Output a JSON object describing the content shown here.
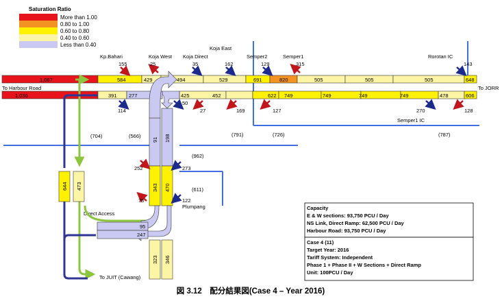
{
  "legend": {
    "title": "Saturation Ratio",
    "items": [
      {
        "label": "More than 1.00",
        "color": "#e8141c"
      },
      {
        "label": "0.80 to 1.00",
        "color": "#f39322"
      },
      {
        "label": "0.60 to 0.80",
        "color": "#fff200"
      },
      {
        "label": "0.40 to 0.60",
        "color": "#fdf5a6"
      },
      {
        "label": "Less than 0.40",
        "color": "#c9c9f2"
      }
    ]
  },
  "places": {
    "kp_bahari": "Kp.Bahari",
    "koja_west": "Koja West",
    "koja_direct": "Koja Direct",
    "koja_east": "Koja East",
    "semper2": "Semper2",
    "semper1": "Semper1",
    "rorotan_ic": "Rorotan IC",
    "semper1_ic": "Semper1 IC",
    "to_harbour_road": "To Harbour Road",
    "to_jorr": "To JORR",
    "direct_access": "Direct Access",
    "plumpang": "Plumpang",
    "to_juit": "To JUIT (Cawang)"
  },
  "upper_road": {
    "harbour_value": "1,067",
    "segments": [
      "584",
      "429",
      "494",
      "529",
      "691",
      "820",
      "505",
      "505",
      "505",
      "648"
    ]
  },
  "lower_road": {
    "harbour_value": "1,036",
    "segments": [
      "391",
      "277",
      "425",
      "452",
      "622",
      "749",
      "749",
      "749",
      "749",
      "478",
      "606"
    ]
  },
  "ramp_values": {
    "upper": [
      "155",
      "25",
      "35",
      "162",
      "129",
      "315",
      "143"
    ],
    "lower": [
      "114",
      "50",
      "27",
      "169",
      "127",
      "270",
      "128"
    ]
  },
  "parenthetical": [
    "(704)",
    "(566)",
    "(791)",
    "(726)",
    "(787)",
    "(962)",
    "(611)"
  ],
  "vertical_links": {
    "left_pair": [
      "644",
      "473"
    ],
    "ns_upper": [
      "91",
      "198"
    ],
    "ns_middle": [
      "343",
      "470"
    ],
    "ns_lower": [
      "323",
      "346"
    ],
    "side_values": [
      "252",
      "273",
      "75",
      "122"
    ],
    "direct_access": [
      "95",
      "247"
    ]
  },
  "info": {
    "capacity": [
      "Capacity",
      "E & W sections: 93,750 PCU / Day",
      "NS Link, Direct Ramp: 62,500 PCU / Day",
      "Harbour Road: 93,750 PCU / Day"
    ],
    "case": [
      "Case 4 (11)",
      "Target Year: 2016",
      "Tariff System: Independent",
      "Phase 1 + Phase II + W Sections + Direct Ramp",
      "Unit: 100PCU / Day"
    ]
  },
  "caption": "図 3.12　配分結果図(Case 4 – Year 2016)"
}
